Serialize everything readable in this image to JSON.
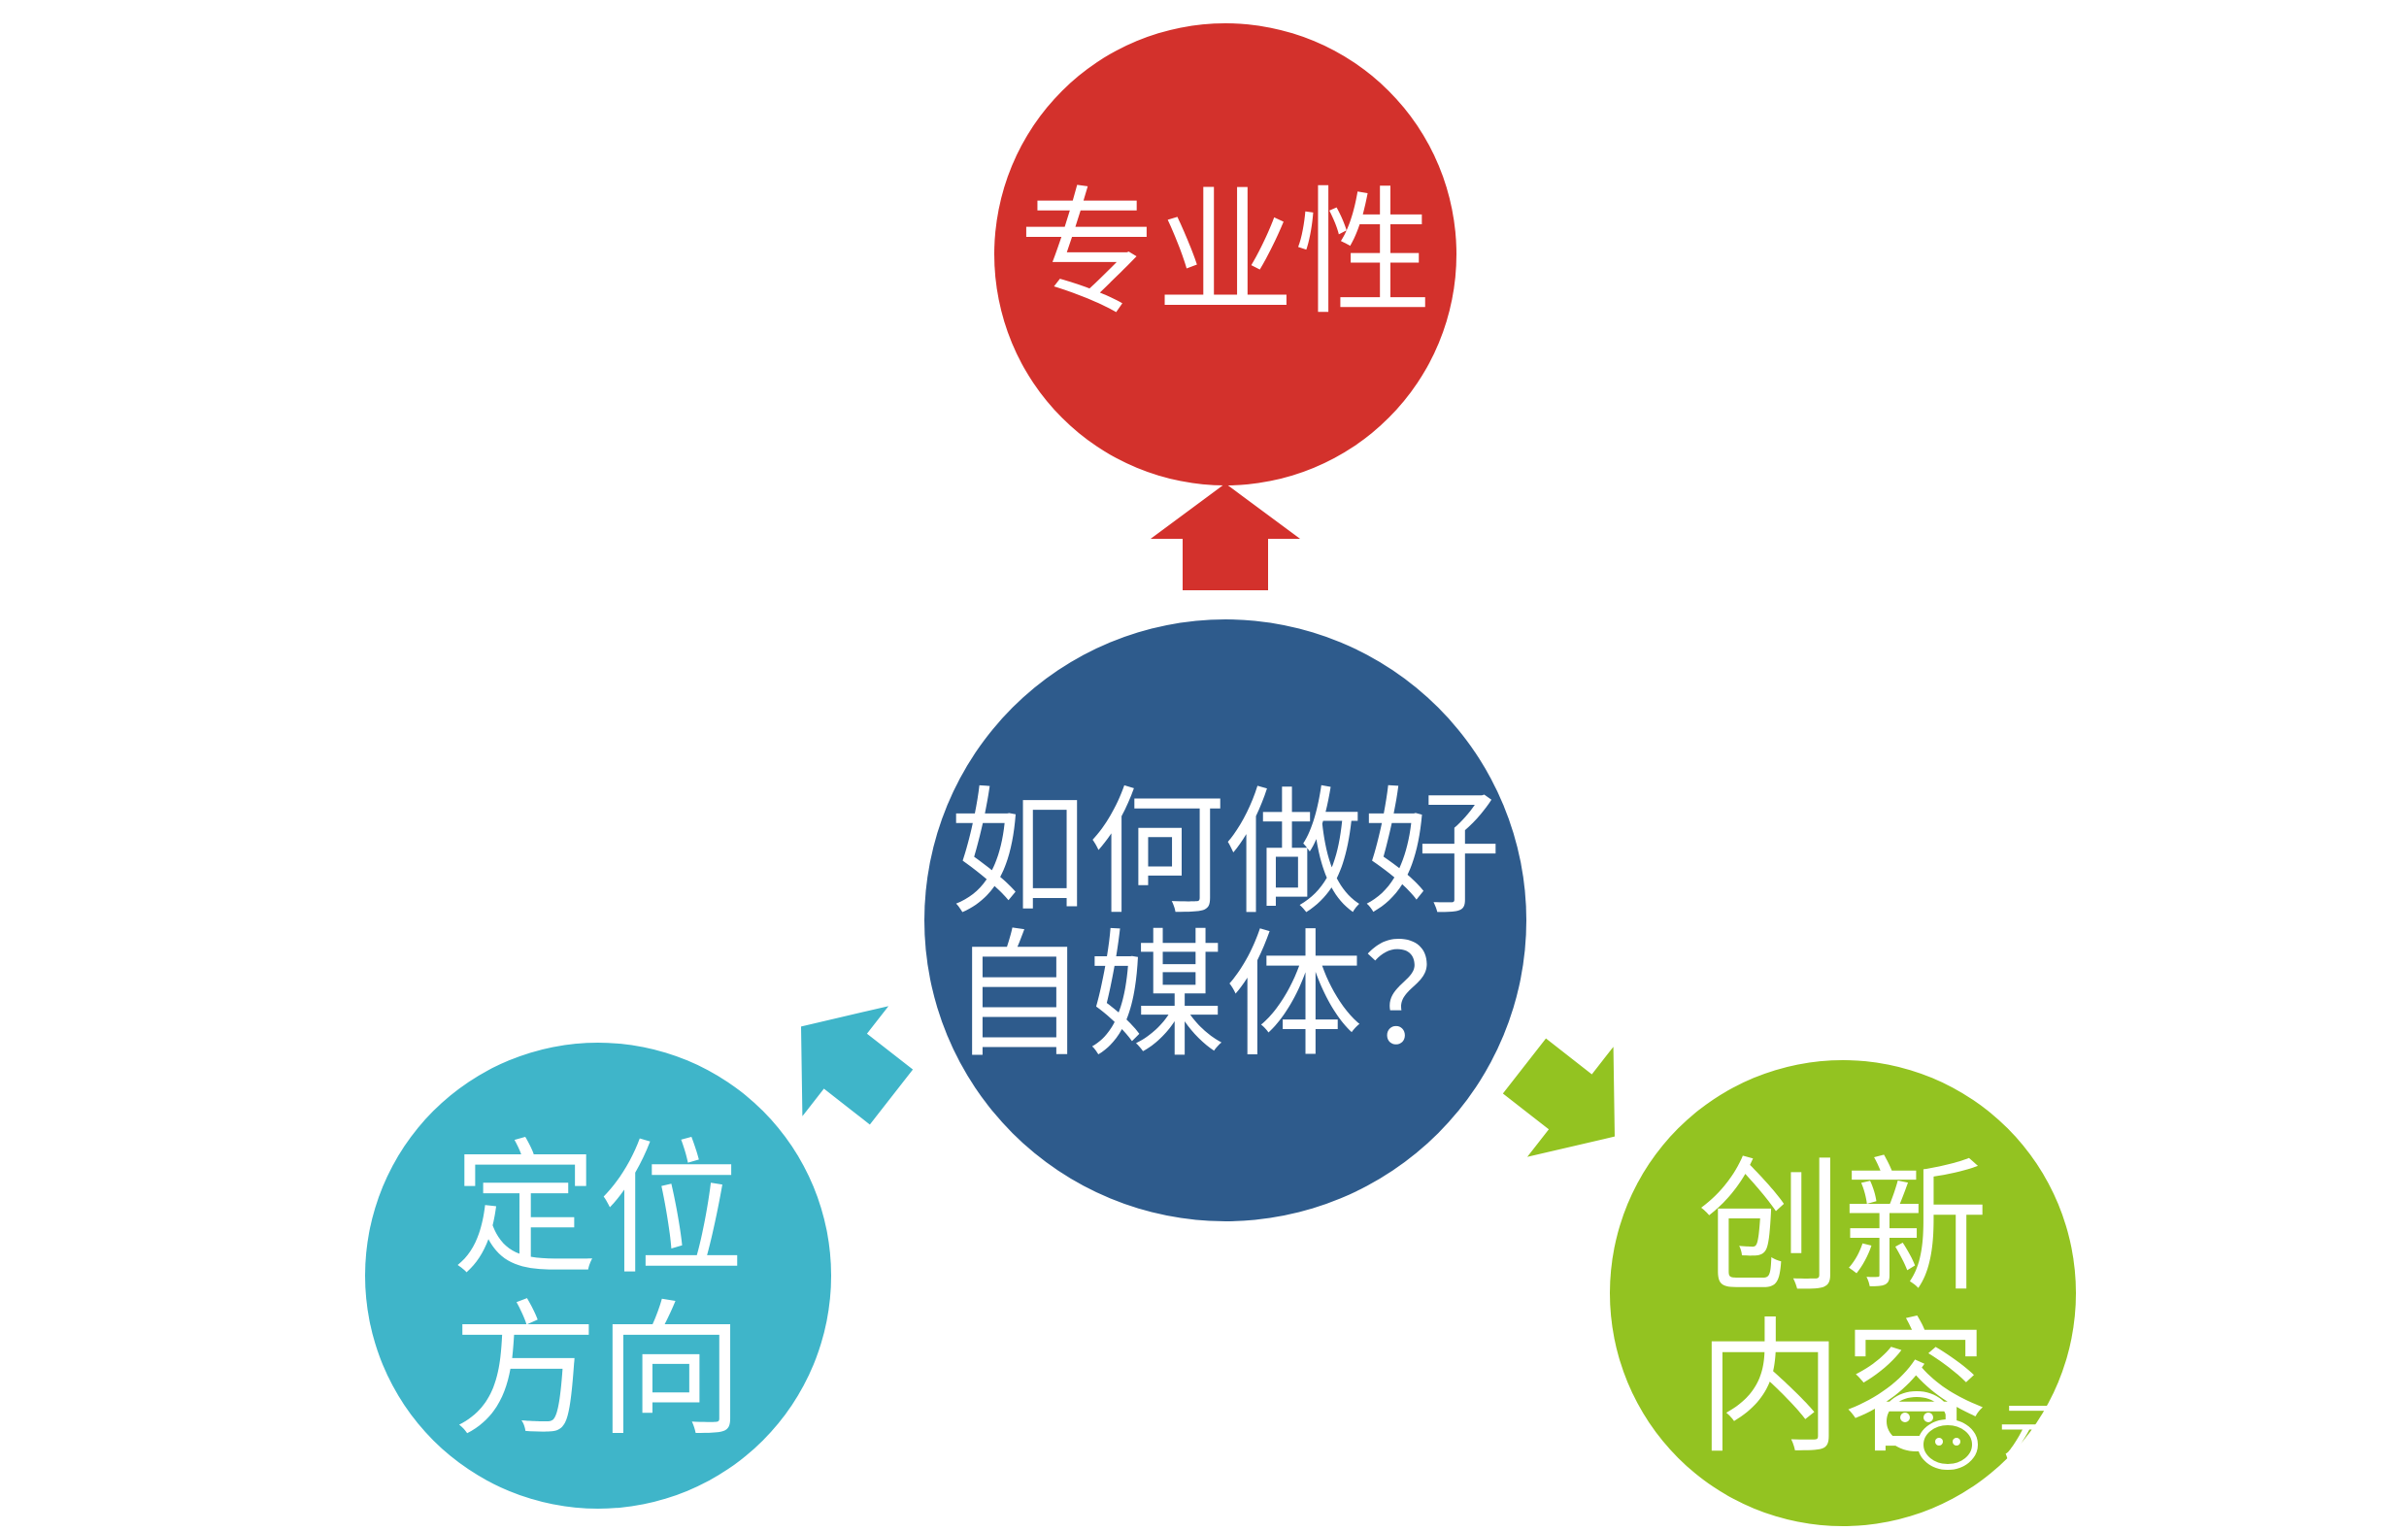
{
  "diagram": {
    "center": {
      "lines": [
        "如何做好",
        "自媒体？"
      ],
      "color": "#2e5b8c"
    },
    "nodes": [
      {
        "id": "top",
        "lines": [
          "专业性"
        ],
        "color": "#d3312c"
      },
      {
        "id": "left",
        "lines": [
          "定位",
          "方向"
        ],
        "color": "#3fb5c9"
      },
      {
        "id": "right",
        "lines": [
          "创新",
          "内容"
        ],
        "color": "#93c321"
      }
    ]
  },
  "watermark": {
    "text": "云汉品牌运营",
    "icon": "wechat-icon"
  }
}
